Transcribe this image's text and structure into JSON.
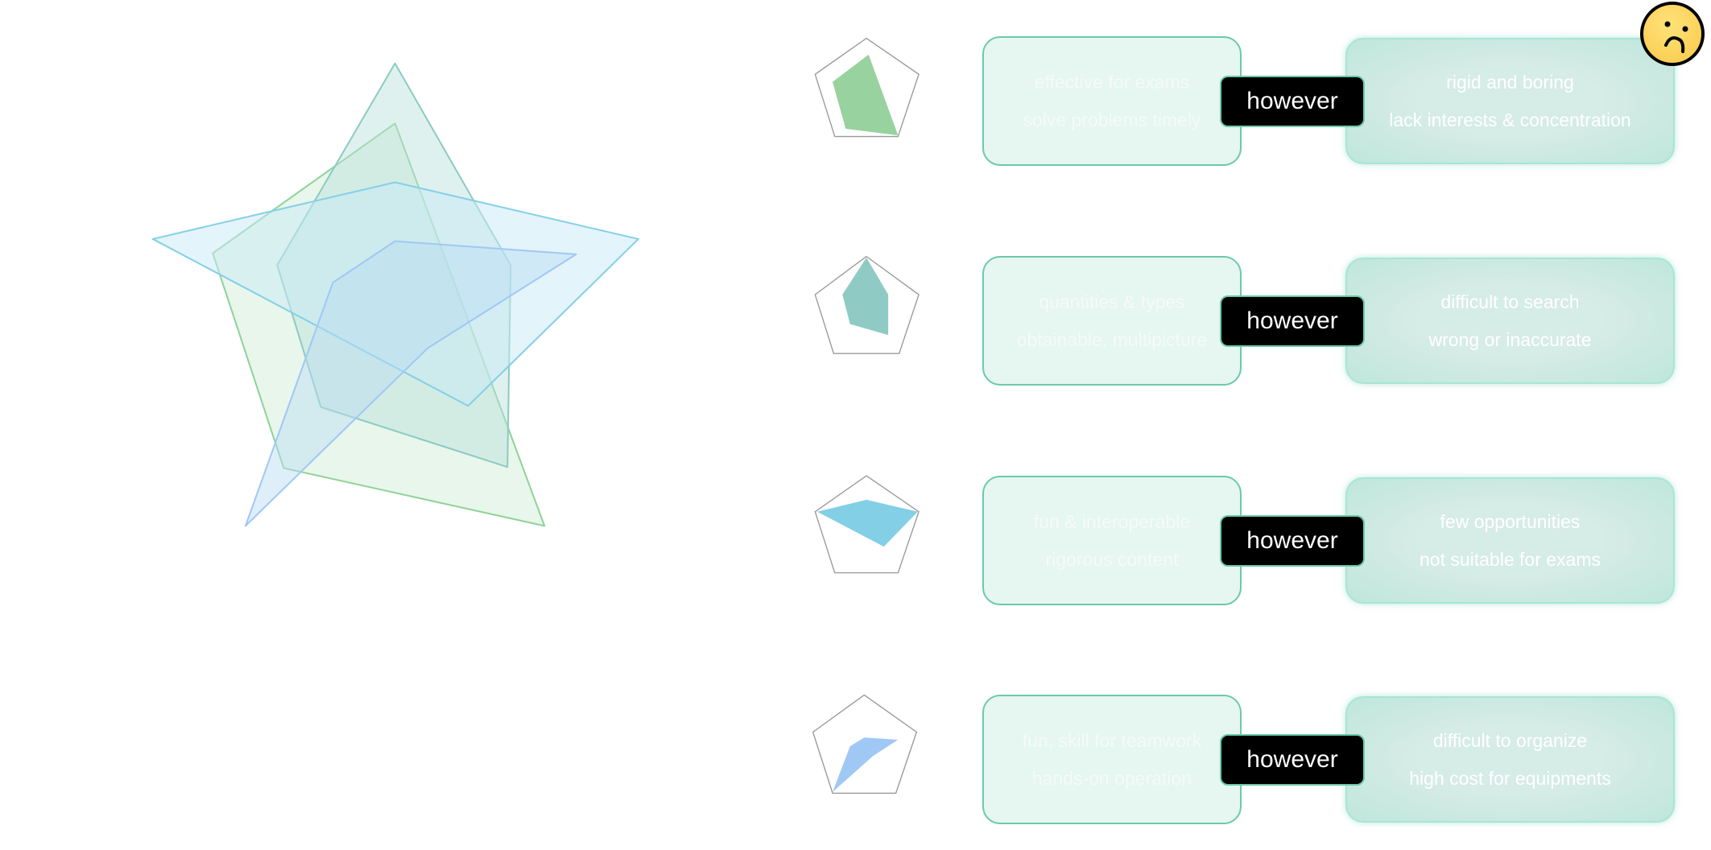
{
  "connector_label": "however",
  "rows": [
    {
      "pros": [
        "effective for exams",
        "solve problems timely"
      ],
      "cons": [
        "rigid and boring",
        "lack interests & concentration"
      ],
      "color": "#98d29e"
    },
    {
      "pros": [
        "quantities & types",
        "obtainable, multipicture"
      ],
      "cons": [
        "difficult to search",
        "wrong or inaccurate"
      ],
      "color": "#8fcbc4"
    },
    {
      "pros": [
        "fun & interoperable",
        "rigorous content"
      ],
      "cons": [
        "few opportunities",
        "not suitable for exams"
      ],
      "color": "#82cfe6"
    },
    {
      "pros": [
        "fun, skill for teamwork",
        "hands-on operation"
      ],
      "cons": [
        "difficult to organize",
        "high cost for equipments"
      ],
      "color": "#a0c8f5"
    }
  ],
  "icons": {
    "sad_face": "sad-face-icon",
    "radar": "radar-chart-icon"
  }
}
